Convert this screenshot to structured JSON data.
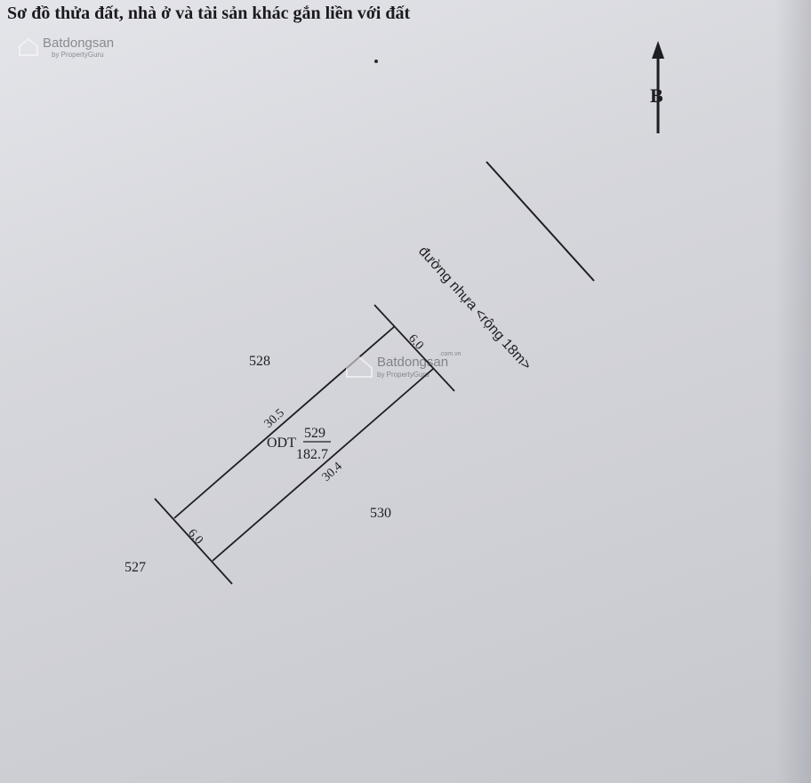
{
  "title": "Sơ đồ thửa đất, nhà ở và tài sản khác gắn liền với đất",
  "north_label": "B",
  "road_label": "đường nhựa <rộng 18m>",
  "parcel": {
    "land_type": "ODT",
    "number": "529",
    "area": "182.7",
    "edge_top": "30.5",
    "edge_bottom": "30.4",
    "edge_front": "6.0",
    "edge_back": "6.0"
  },
  "neighbors": {
    "north_west": "528",
    "south_east": "530",
    "south_west": "527"
  },
  "watermark": {
    "brand": "Batdongsan",
    "sub": "by PropertyGuru",
    "domain": ".com.vn"
  }
}
